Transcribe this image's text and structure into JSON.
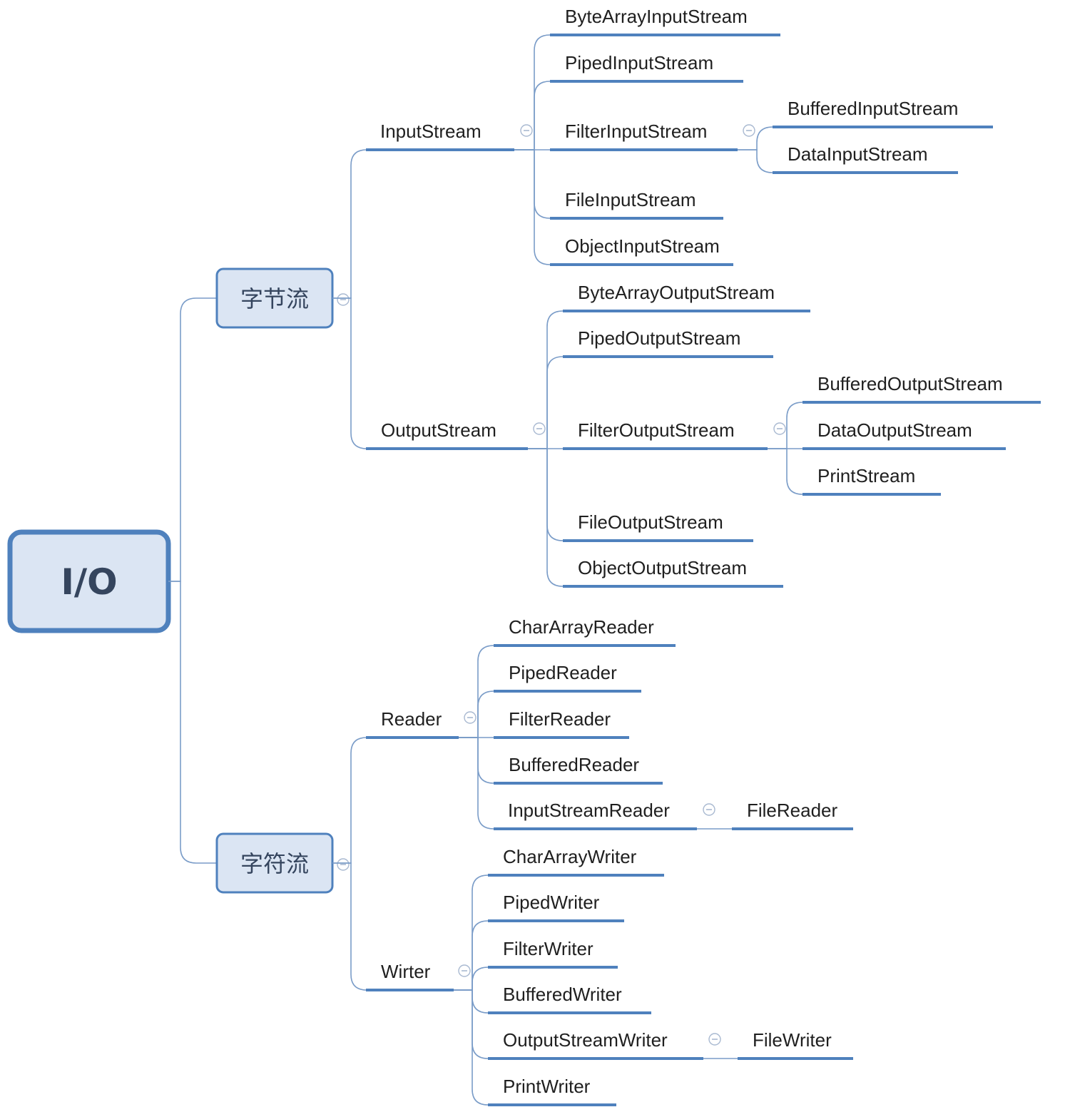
{
  "root": {
    "label": "I/O"
  },
  "categories": [
    {
      "label": "字节流",
      "children": [
        {
          "label": "InputStream",
          "children": [
            {
              "label": "ByteArrayInputStream"
            },
            {
              "label": "PipedInputStream"
            },
            {
              "label": "FilterInputStream",
              "children": [
                {
                  "label": "BufferedInputStream"
                },
                {
                  "label": "DataInputStream"
                }
              ]
            },
            {
              "label": "FileInputStream"
            },
            {
              "label": "ObjectInputStream"
            }
          ]
        },
        {
          "label": "OutputStream",
          "children": [
            {
              "label": "ByteArrayOutputStream"
            },
            {
              "label": "PipedOutputStream"
            },
            {
              "label": "FilterOutputStream",
              "children": [
                {
                  "label": "BufferedOutputStream"
                },
                {
                  "label": "DataOutputStream"
                },
                {
                  "label": "PrintStream"
                }
              ]
            },
            {
              "label": "FileOutputStream"
            },
            {
              "label": "ObjectOutputStream"
            }
          ]
        }
      ]
    },
    {
      "label": "字符流",
      "children": [
        {
          "label": "Reader",
          "children": [
            {
              "label": "CharArrayReader"
            },
            {
              "label": "PipedReader"
            },
            {
              "label": "FilterReader"
            },
            {
              "label": "BufferedReader"
            },
            {
              "label": "InputStreamReader",
              "children": [
                {
                  "label": "FileReader"
                }
              ]
            }
          ]
        },
        {
          "label": "Wirter",
          "children": [
            {
              "label": "CharArrayWriter"
            },
            {
              "label": "PipedWriter"
            },
            {
              "label": "FilterWriter"
            },
            {
              "label": "BufferedWriter"
            },
            {
              "label": "OutputStreamWriter",
              "children": [
                {
                  "label": "FileWriter"
                }
              ]
            },
            {
              "label": "PrintWriter"
            }
          ]
        }
      ]
    }
  ],
  "colors": {
    "line": "#4f81bd",
    "connector": "#7a9cc8",
    "box_fill": "#dbe5f3",
    "box_stroke": "#4f81bd",
    "text": "#1f1f1f"
  }
}
